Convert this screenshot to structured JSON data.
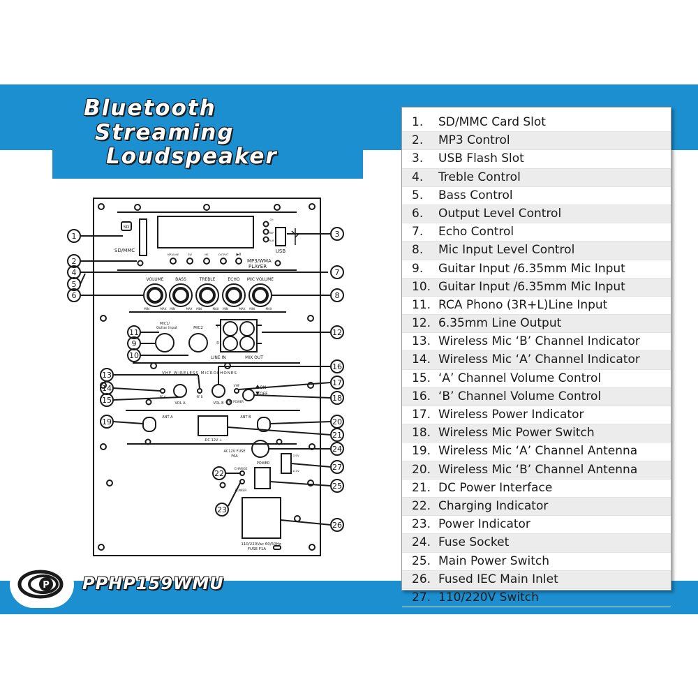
{
  "title": {
    "line1": "Bluetooth",
    "line2": "Streaming",
    "line3": "Loudspeaker"
  },
  "model": "PPHP159WMU",
  "logo_text": "P",
  "colors": {
    "band": "#1c8fd0",
    "panel_stroke": "#1a1a1a"
  },
  "legend": [
    {
      "num": "1.",
      "text": "SD/MMC Card Slot"
    },
    {
      "num": "2.",
      "text": "MP3 Control"
    },
    {
      "num": "3.",
      "text": "USB Flash Slot"
    },
    {
      "num": "4.",
      "text": "Treble Control"
    },
    {
      "num": "5.",
      "text": "Bass Control"
    },
    {
      "num": "6.",
      "text": "Output Level Control"
    },
    {
      "num": "7.",
      "text": "Echo Control"
    },
    {
      "num": "8.",
      "text": "Mic Input Level Control"
    },
    {
      "num": "9.",
      "text": "Guitar Input /6.35mm Mic Input"
    },
    {
      "num": "10.",
      "text": "Guitar Input /6.35mm Mic Input"
    },
    {
      "num": "11.",
      "text": "RCA Phono (3R+L)Line Input"
    },
    {
      "num": "12.",
      "text": "6.35mm Line Output"
    },
    {
      "num": "13.",
      "text": "Wireless Mic ‘B’ Channel Indicator"
    },
    {
      "num": "14.",
      "text": "Wireless Mic ‘A’ Channel Indicator"
    },
    {
      "num": "15.",
      "text": "‘A’ Channel Volume Control"
    },
    {
      "num": "16.",
      "text": "‘B’ Channel Volume Control"
    },
    {
      "num": "17.",
      "text": "Wireless Power Indicator"
    },
    {
      "num": "18.",
      "text": "Wireless Mic Power Switch"
    },
    {
      "num": "19.",
      "text": "Wireless Mic ‘A’ Channel Antenna"
    },
    {
      "num": "20.",
      "text": "Wireless Mic ‘B’ Channel Antenna"
    },
    {
      "num": "21.",
      "text": "DC Power Interface"
    },
    {
      "num": "22.",
      "text": "Charging Indicator"
    },
    {
      "num": "23.",
      "text": "Power Indicator"
    },
    {
      "num": "24.",
      "text": "Fuse Socket"
    },
    {
      "num": "25.",
      "text": "Main Power Switch"
    },
    {
      "num": "26.",
      "text": "Fused IEC Main Inlet"
    },
    {
      "num": "27.",
      "text": "110/220V Switch"
    }
  ],
  "panel": {
    "sd_mmc": "SD/MMC",
    "sd_icon": "SD",
    "usb": "USB",
    "mp3_wma": "MP3/WMA",
    "player": "PLAYER",
    "mp3_buttons": [
      "MP3/LINE",
      "SW",
      "ME",
      "OUTPUT",
      "▶II"
    ],
    "side_buttons": [
      "CH",
      "REP",
      "PLAY"
    ],
    "knob_labels": [
      "VOLUME",
      "BASS",
      "TREBLE",
      "ECHO",
      "MIC VOLUME"
    ],
    "knob_min": "MIN",
    "knob_max": "MAX",
    "mic1_line1": "MIC1/",
    "mic1_line2": "Guitar Input",
    "mic2": "MIC2",
    "line_in": "LINE IN",
    "mix_out": "MIX OUT",
    "rca_l": "L",
    "rca_r": "R",
    "vhf_title": "VHF WIRELESS MICROPHONES",
    "rf_a": "RF A",
    "rf_b": "RF B",
    "vol_a": "VOL A",
    "vol_b": "VOL B",
    "vhf": "VHF",
    "vhf_power": "VHF POWER",
    "on": "ON",
    "off": "OFF",
    "ant_a": "ANT A",
    "ant_b": "ANT B",
    "dc": "-DC 12V +",
    "ac_fuse_1": "AC12V FUSE",
    "ac_fuse_2": "F6A",
    "power": "POWER",
    "charge": "CHARGE",
    "power_ind": "POWER",
    "v220": "220V",
    "v110": "110V",
    "inlet_1": "110/220Vac 60/50Hz",
    "inlet_2": "FUSE F1A"
  }
}
